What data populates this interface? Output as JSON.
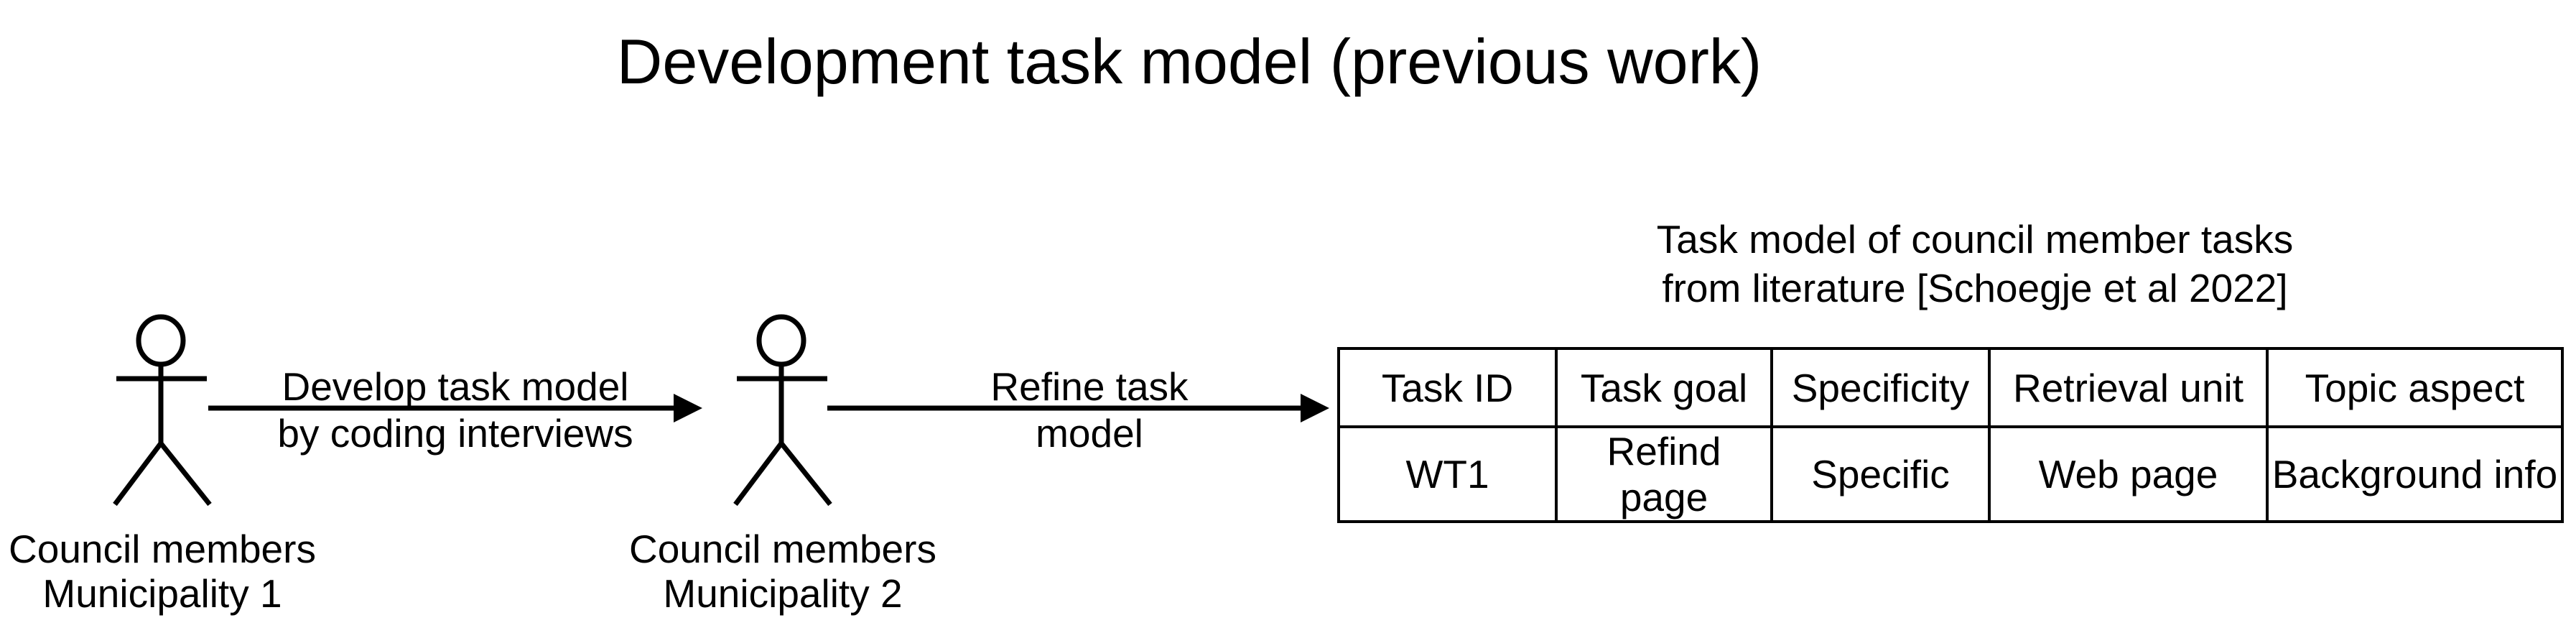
{
  "title": "Development task model (previous work)",
  "actors": [
    {
      "label_line1": "Council members",
      "label_line2": "Municipality 1"
    },
    {
      "label_line1": "Council members",
      "label_line2": "Municipality 2"
    }
  ],
  "arrows": [
    {
      "label_line1": "Develop task model",
      "label_line2": "by coding interviews"
    },
    {
      "label_line1": "Refine task",
      "label_line2": "model"
    }
  ],
  "table": {
    "caption_line1": "Task model of council member tasks",
    "caption_line2": "from literature [Schoegje et al 2022]",
    "header": [
      "Task ID",
      "Task goal",
      "Specificity",
      "Retrieval unit",
      "Topic aspect"
    ],
    "rows": [
      [
        "WT1",
        "Refind page",
        "Specific",
        "Web page",
        "Background info"
      ]
    ]
  },
  "colors": {
    "ink": "#000000",
    "background": "#ffffff"
  }
}
